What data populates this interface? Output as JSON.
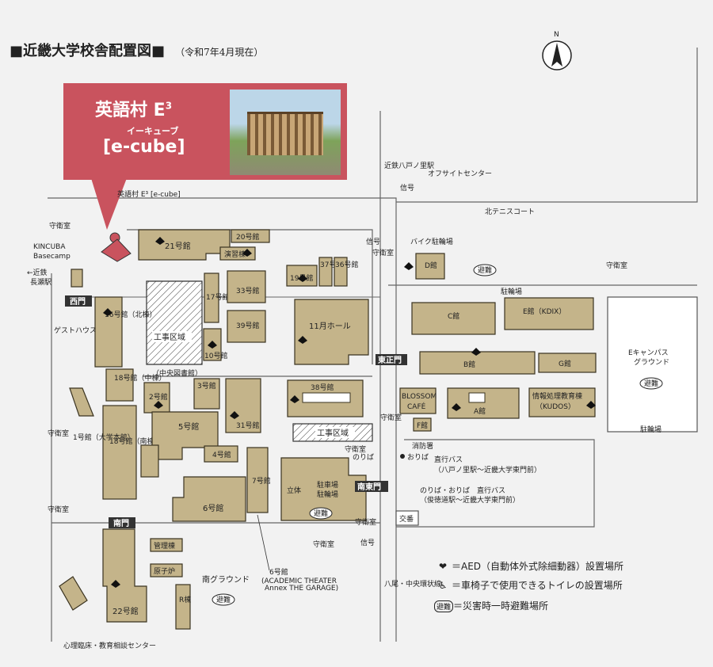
{
  "title": "■近畿大学校舎配置図■",
  "date": "（令和7年4月現在）",
  "north": "N",
  "callout": {
    "name": "英語村 E",
    "sup": "3",
    "reading": "イーキューブ",
    "sub": "[e-cube]"
  },
  "labels": {
    "ecube_pin": "英語村 E³ [e-cube]",
    "guard1": "守衛室",
    "kincuba": "KINCUBA",
    "basecamp": "Basecamp",
    "nagase1": "←近鉄",
    "nagase2": "長瀬駅",
    "west_gate": "西門",
    "guest_house": "ゲストハウス",
    "guard_west": "守衛室",
    "guard_sw": "守衛室",
    "south_gate": "南門",
    "b21": "21号館",
    "b20": "20号館",
    "engeki": "演習棟",
    "b19": "19号館",
    "b37": "37号館",
    "b36": "36号館",
    "b17": "17号館",
    "b33": "33号館",
    "b39": "39号館",
    "b11": "11月ホール",
    "construction1": "工事区域",
    "library": "（中央図書館）",
    "b10": "10号館",
    "b16n": "16号館（北棟）",
    "b18c": "18号館（中棟）",
    "b18s": "18号館（南棟）",
    "b1": "1号館（大学本館）",
    "b2": "2号館",
    "b3": "3号館",
    "b5": "5号館",
    "b4": "4号館",
    "b31": "31号館",
    "b38": "38号館",
    "construction2": "工事区域",
    "b7": "7号館",
    "b6": "6号館",
    "rittai": "立体",
    "parking1": "駐車場",
    "parking2": "駐輪場",
    "hinan": "避難",
    "kanri": "管理棟",
    "genshiro": "原子炉",
    "r_bldg": "R棟",
    "b22": "22号館",
    "shinri": "心理臨床・教育相談センター",
    "south_ground": "南グラウンド",
    "b6b": "6号館",
    "theater1": "(ACADEMIC THEATER",
    "theater2": "Annex THE GARAGE)",
    "guard_s": "守衛室",
    "signal_s": "信号",
    "signal_n": "信号",
    "signal_top": "信号",
    "yaenosato": "近鉄八戸ノ里駅",
    "offsite": "オフサイトセンター",
    "bike": "バイク駐輪場",
    "bD": "D館",
    "north_court": "北テニスコート",
    "guard_e1": "守衛室",
    "guard_e2": "守衛室",
    "parking_top": "駐輪場",
    "parking_bottom": "駐輪場",
    "bC": "C館",
    "bE": "E館（KDIX）",
    "e_campus": "Eキャンパス",
    "e_ground": "グラウンド",
    "main_gate": "東正門",
    "bB": "B館",
    "bG": "G館",
    "blossom": "BLOSSOM",
    "cafe": "CAFÉ",
    "bF": "F館",
    "bA": "A館",
    "info1": "情報処理教育棟",
    "info2": "（KUDOS）",
    "guard_ce": "守衛室",
    "fire": "消防署",
    "oriba": "おりば",
    "noriba": "のりば",
    "guard_se": "守衛室",
    "bus1": "直行バス",
    "bus1b": "（八戸ノ里駅～近畿大学東門前）",
    "noriba2": "のりば・おりば　直行バス",
    "bus2b": "（俊徳道駅～近畿大学東門前）",
    "se_gate": "南東門",
    "koban": "交番",
    "guard_s2": "守衛室",
    "chuo": "八尾・中央環状線"
  },
  "legend": {
    "aed": "＝AED（自動体外式除細動器）設置場所",
    "toilet": "＝車椅子で使用できるトイレの設置場所",
    "evac_symbol": "避難",
    "evac": "＝災害時一時避難場所"
  },
  "colors": {
    "building": "#c4b48a",
    "callout": "#c9535e",
    "background": "#f2f2f2"
  }
}
